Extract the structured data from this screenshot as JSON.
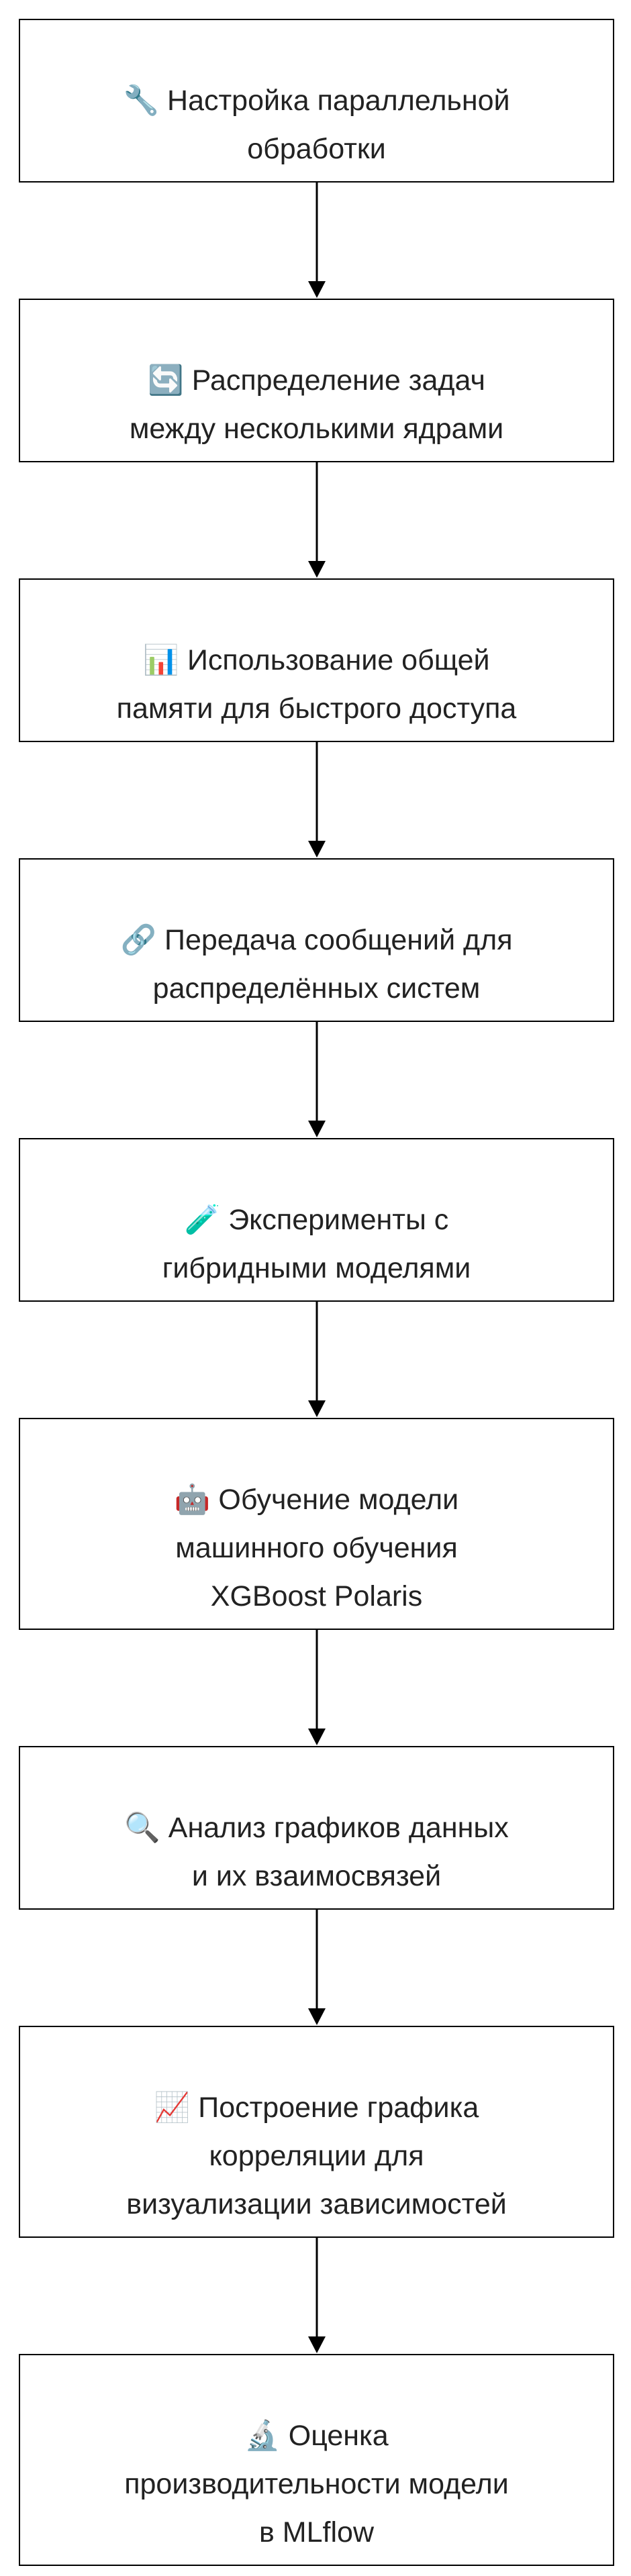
{
  "flowchart": {
    "steps": [
      {
        "icon": "wrench-icon",
        "glyph": "🔧",
        "text": "Настройка параллельной\nобработки"
      },
      {
        "icon": "arrows-cycle-icon",
        "glyph": "🔄",
        "text": "Распределение задач\nмежду несколькими ядрами"
      },
      {
        "icon": "bar-chart-icon",
        "glyph": "📊",
        "text": "Использование общей\nпамяти для быстрого доступа"
      },
      {
        "icon": "link-icon",
        "glyph": "🔗",
        "text": "Передача сообщений для\nраспределённых систем"
      },
      {
        "icon": "test-tube-icon",
        "glyph": "🧪",
        "text": "Эксперименты с\nгибридными моделями"
      },
      {
        "icon": "robot-icon",
        "glyph": "🤖",
        "text": "Обучение модели\nмашинного обучения\nXGBoost Polaris"
      },
      {
        "icon": "magnifier-icon",
        "glyph": "🔍",
        "text": "Анализ графиков данных\nи их взаимосвязей"
      },
      {
        "icon": "chart-increasing-icon",
        "glyph": "📈",
        "text": "Построение графика\nкорреляции для\nвизуализации зависимостей"
      },
      {
        "icon": "microscope-icon",
        "glyph": "🔬",
        "text": "Оценка\nпроизводительности модели\nв MLflow"
      }
    ],
    "colors": {
      "border": "#000000",
      "text": "#222222",
      "arrow": "#000000",
      "background": "#ffffff"
    }
  }
}
